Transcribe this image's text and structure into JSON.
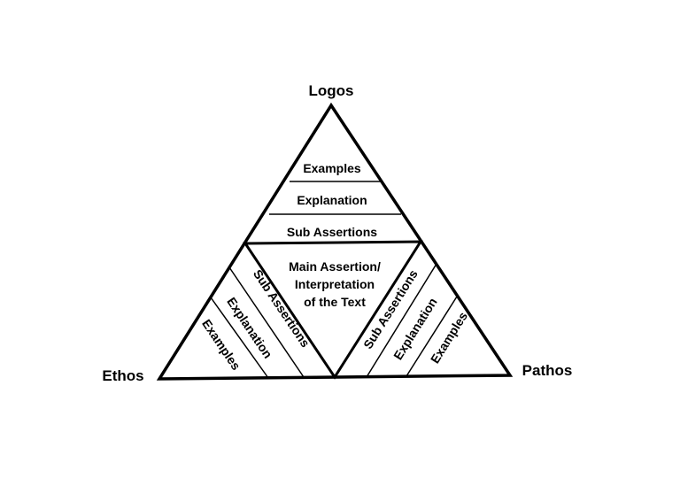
{
  "vertices": {
    "top": "Logos",
    "left": "Ethos",
    "right": "Pathos"
  },
  "top_section": {
    "bands": [
      "Examples",
      "Explanation",
      "Sub Assertions"
    ]
  },
  "center": {
    "lines": [
      "Main Assertion/",
      "Interpretation",
      "of the Text"
    ]
  },
  "left_section": {
    "bands": [
      "Sub Assertions",
      "Explanation",
      "Examples"
    ]
  },
  "right_section": {
    "bands": [
      "Sub Assertions",
      "Explanation",
      "Examples"
    ]
  }
}
